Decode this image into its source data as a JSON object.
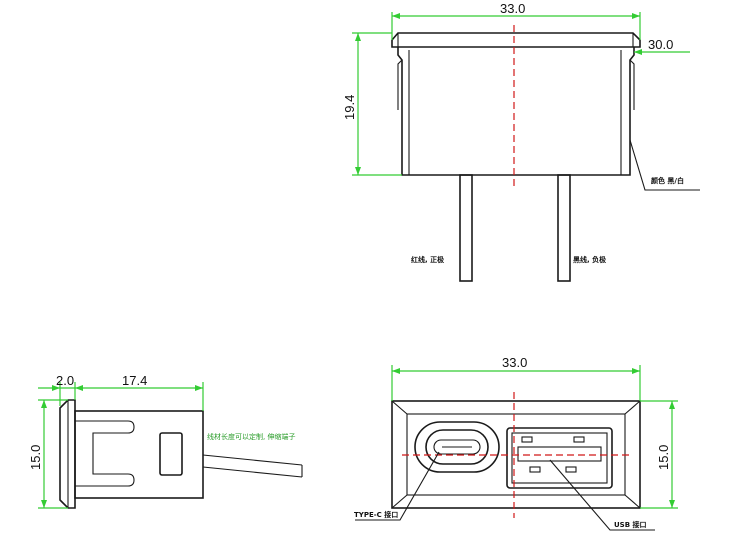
{
  "dimensions": {
    "top_width": "33.0",
    "top_inner_width": "30.0",
    "top_height": "19.4",
    "side_flange": "2.0",
    "side_depth": "17.4",
    "side_height": "15.0",
    "front_width": "33.0",
    "front_height": "15.0"
  },
  "labels": {
    "shell_color": "颜色 黑/白",
    "red_wire": "红线, 正极",
    "black_wire": "黑线, 负极",
    "wire_note": "线材长度可以定制, 伸缩端子",
    "typec_port": "TYPE-C 接口",
    "usb_port": "USB 接口"
  },
  "colors": {
    "dimension": "#33cc33",
    "centerline": "#d01818",
    "outline": "#1a1a1a"
  }
}
